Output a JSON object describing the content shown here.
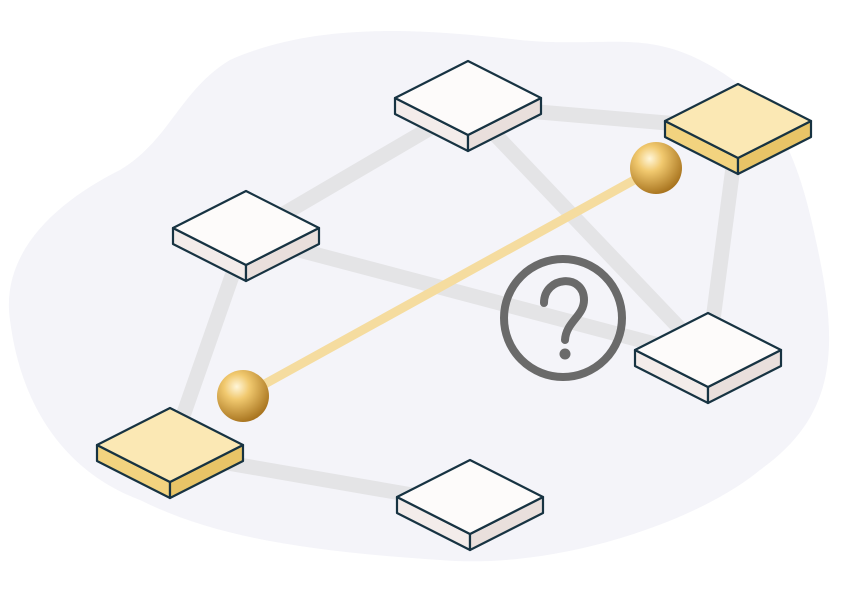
{
  "colors": {
    "background": "#ffffff",
    "blob": "#f4f4f9",
    "edge": "#e4e4e6",
    "highlight_edge": "#f5dc9f",
    "node_top": "#fdfbfa",
    "node_side_left": "#f3ecea",
    "node_side_right": "#e9dfdc",
    "node_selected_top": "#fbe8b4",
    "node_selected_left": "#f2d37f",
    "node_selected_right": "#e8c467",
    "node_outline": "#173342",
    "ball": "#e6b553",
    "question_icon": "#6a6a6a"
  },
  "graph": {
    "nodes": [
      {
        "id": "n1",
        "selected": false
      },
      {
        "id": "n2",
        "selected": true
      },
      {
        "id": "n3",
        "selected": false
      },
      {
        "id": "n4",
        "selected": true
      },
      {
        "id": "n5",
        "selected": false
      },
      {
        "id": "n6",
        "selected": false
      }
    ],
    "edges": [
      [
        "n1",
        "n2"
      ],
      [
        "n1",
        "n3"
      ],
      [
        "n1",
        "n6"
      ],
      [
        "n3",
        "n4"
      ],
      [
        "n3",
        "n6"
      ],
      [
        "n4",
        "n6"
      ],
      [
        "n2",
        "n5"
      ]
    ],
    "highlighted_link": [
      "n4",
      "n2"
    ],
    "icon": "question-mark-icon"
  }
}
